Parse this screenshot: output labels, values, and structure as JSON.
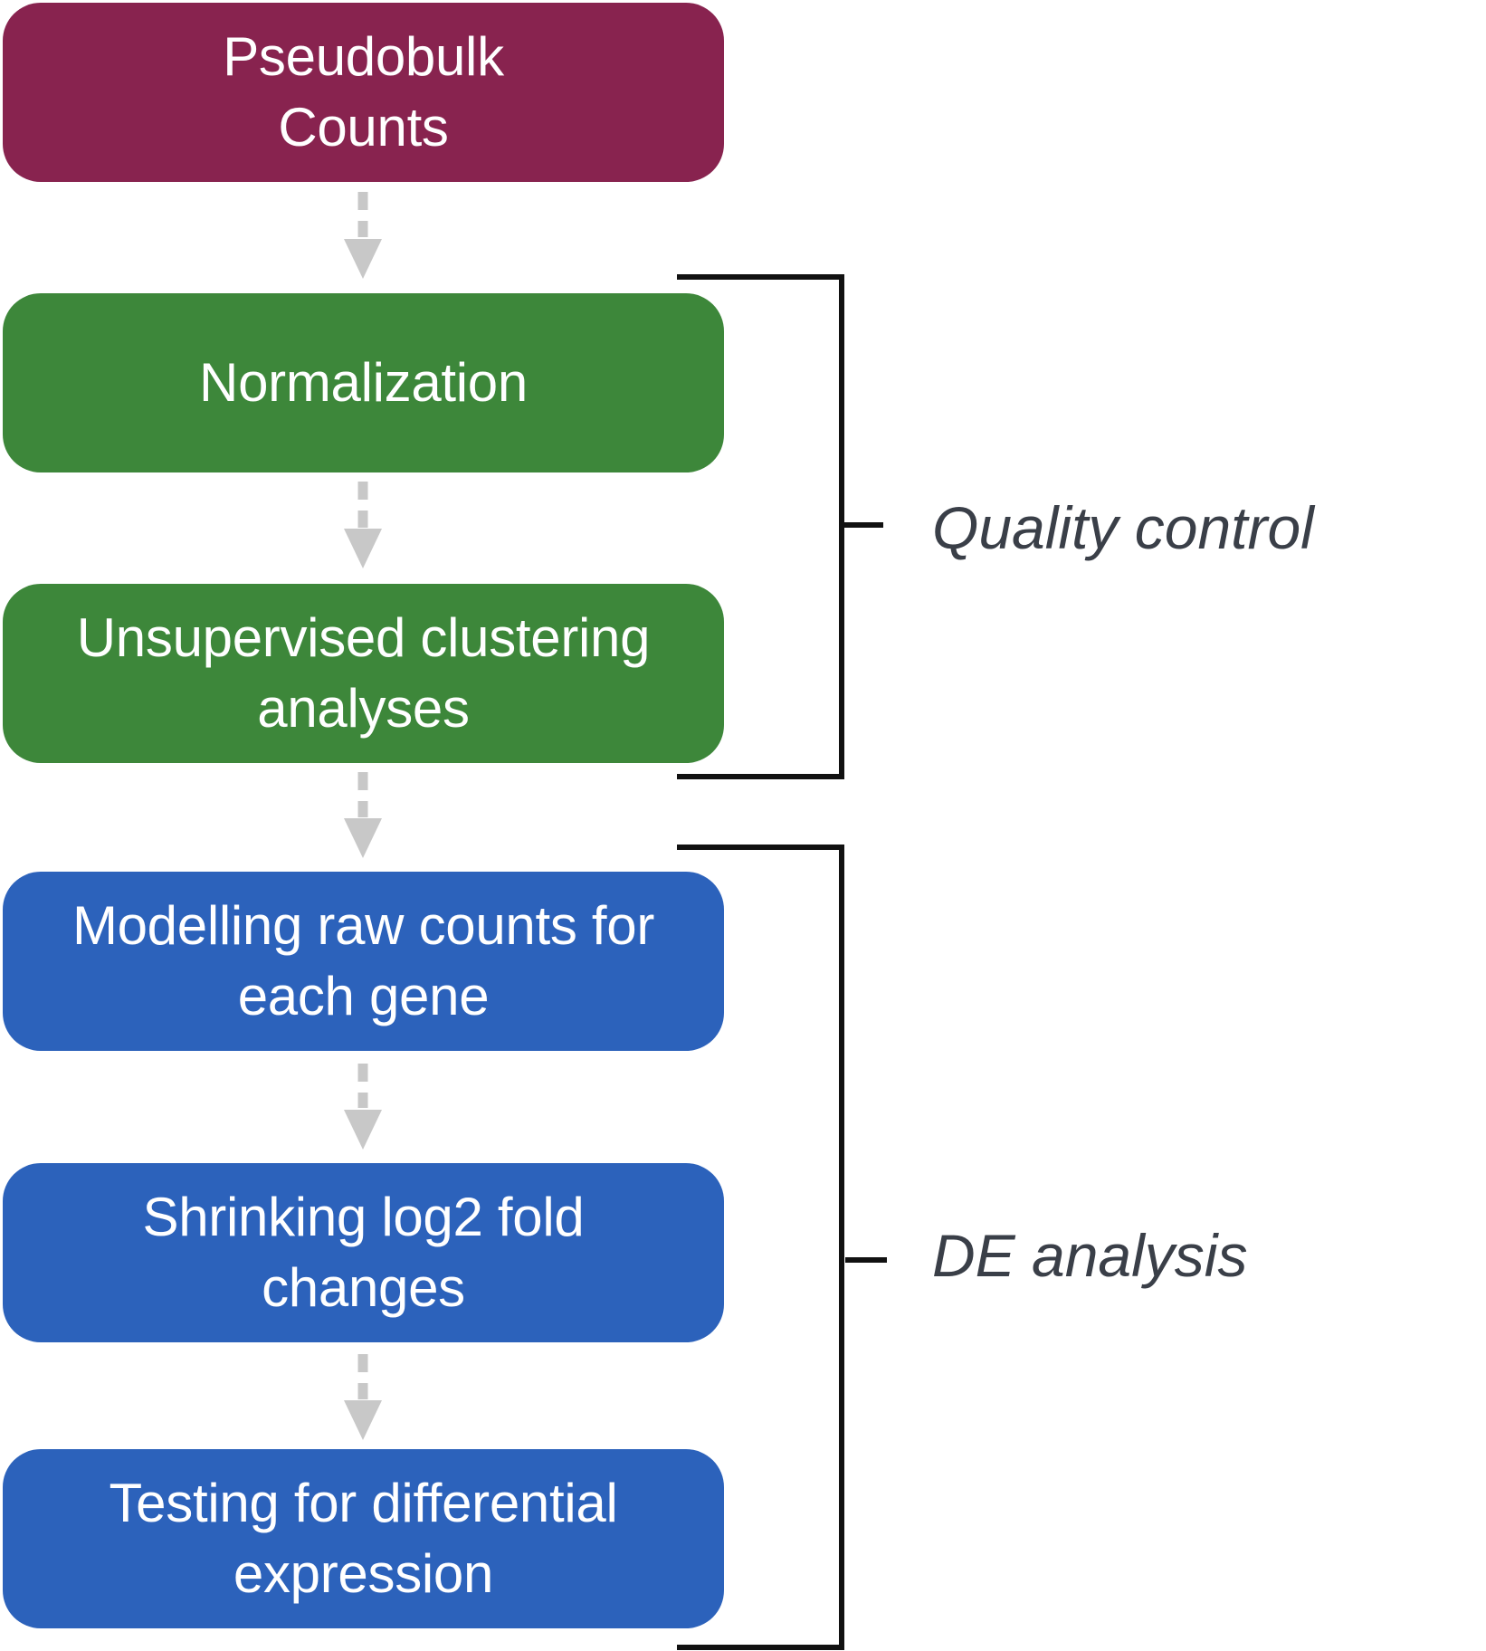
{
  "colors": {
    "input": "#88234F",
    "quality_control": "#3D873A",
    "de_analysis": "#2C62BB",
    "arrow": "#C8C8C8",
    "bracket": "#111111",
    "group_label": "#3A3F48",
    "box_text": "#FFFFFF"
  },
  "steps": [
    {
      "label": "Pseudobulk\nCounts",
      "group": "input"
    },
    {
      "label": "Normalization",
      "group": "quality_control"
    },
    {
      "label": "Unsupervised clustering\nanalyses",
      "group": "quality_control"
    },
    {
      "label": "Modelling raw counts for\neach gene",
      "group": "de_analysis"
    },
    {
      "label": "Shrinking log2 fold\nchanges",
      "group": "de_analysis"
    },
    {
      "label": "Testing for differential\nexpression",
      "group": "de_analysis"
    }
  ],
  "groups": {
    "quality_control": "Quality control",
    "de_analysis": "DE analysis"
  }
}
